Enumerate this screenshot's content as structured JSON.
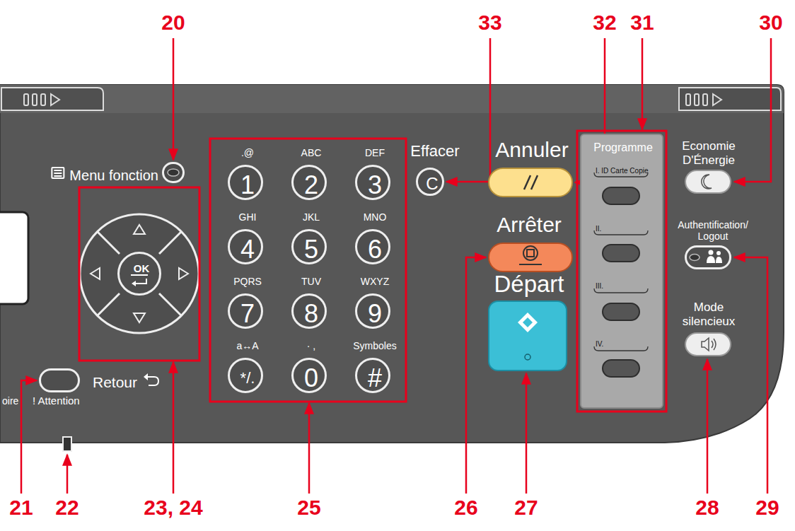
{
  "diagram": {
    "nodes": [
      {
        "text": [
          "Menu fonction"
        ]
      },
      {
        "text": [
          "OK"
        ]
      },
      {
        "text": [
          "Retour"
        ]
      },
      {
        "text": [
          ".@",
          "1"
        ]
      },
      {
        "text": [
          "ABC",
          "2"
        ]
      },
      {
        "text": [
          "DEF",
          "3"
        ]
      },
      {
        "text": [
          "GHI",
          "4"
        ]
      },
      {
        "text": [
          "JKL",
          "5"
        ]
      },
      {
        "text": [
          "MNO",
          "6"
        ]
      },
      {
        "text": [
          "PQRS",
          "7"
        ]
      },
      {
        "text": [
          "TUV",
          "8"
        ]
      },
      {
        "text": [
          "WXYZ",
          "9"
        ]
      },
      {
        "text": [
          "a↔A",
          "*/."
        ]
      },
      {
        "text": [
          "· ,",
          "0"
        ]
      },
      {
        "text": [
          "Symboles",
          "#"
        ]
      },
      {
        "text": [
          "Effacer",
          "C"
        ]
      },
      {
        "text": [
          "Annuler"
        ]
      },
      {
        "text": [
          "Arrêter"
        ]
      },
      {
        "text": [
          "Départ"
        ]
      },
      {
        "text": [
          "Programme"
        ]
      },
      {
        "text": [
          "I. ID Carte Copie"
        ],
        "in": 19
      },
      {
        "text": [
          "II."
        ],
        "in": 19
      },
      {
        "text": [
          "III."
        ],
        "in": 19
      },
      {
        "text": [
          "IV."
        ],
        "in": 19
      },
      {
        "text": [
          "Economie D'Énergie"
        ]
      },
      {
        "text": [
          "Authentification/ Logout"
        ]
      },
      {
        "text": [
          "Mode silencieux"
        ]
      }
    ],
    "labels": [
      "20",
      "33",
      "32",
      "31",
      "30",
      "21",
      "22",
      "23, 24",
      "25",
      "26",
      "27",
      "28",
      "29",
      "oire",
      "! Attention"
    ]
  }
}
